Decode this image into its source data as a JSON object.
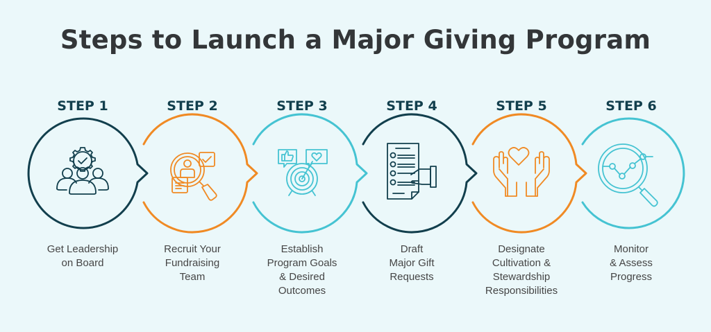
{
  "title": "Steps to Launch a Major Giving Program",
  "colors": {
    "background": "#ebf8fa",
    "title": "#333638",
    "step_label": "#123f4d",
    "navy": "#123f4d",
    "orange": "#f08a24",
    "teal": "#45c3d2",
    "description": "#454545"
  },
  "steps": [
    {
      "label": "STEP 1",
      "description": "Get Leadership\non Board",
      "icon": "team-gear-check-icon",
      "color": "navy"
    },
    {
      "label": "STEP 2",
      "description": "Recruit Your\nFundraising\nTeam",
      "icon": "recruit-magnifier-icon",
      "color": "orange"
    },
    {
      "label": "STEP 3",
      "description": "Establish\nProgram Goals\n& Desired\nOutcomes",
      "icon": "target-goals-icon",
      "color": "teal"
    },
    {
      "label": "STEP 4",
      "description": "Draft\nMajor Gift\nRequests",
      "icon": "document-hand-icon",
      "color": "navy"
    },
    {
      "label": "STEP 5",
      "description": "Designate\nCultivation &\nStewardship\nResponsibilities",
      "icon": "hands-heart-icon",
      "color": "orange"
    },
    {
      "label": "STEP 6",
      "description": "Monitor\n& Assess\nProgress",
      "icon": "magnifier-chart-icon",
      "color": "teal"
    }
  ]
}
